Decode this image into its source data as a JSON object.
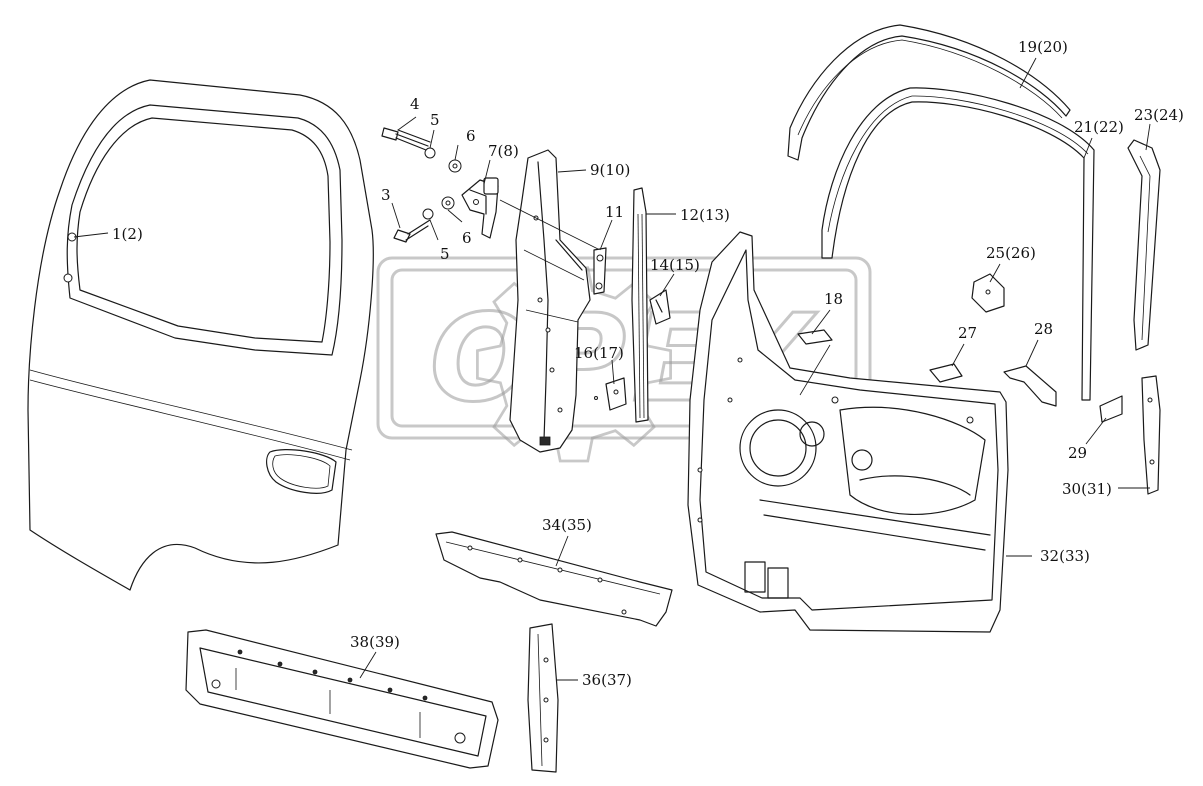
{
  "watermark": {
    "text": "OPEX"
  },
  "labels": [
    {
      "id": "1",
      "text": "1(2)"
    },
    {
      "id": "3",
      "text": "3"
    },
    {
      "id": "4",
      "text": "4"
    },
    {
      "id": "5a",
      "text": "5"
    },
    {
      "id": "5b",
      "text": "5"
    },
    {
      "id": "6a",
      "text": "6"
    },
    {
      "id": "6b",
      "text": "6"
    },
    {
      "id": "7",
      "text": "7(8)"
    },
    {
      "id": "9",
      "text": "9(10)"
    },
    {
      "id": "11",
      "text": "11"
    },
    {
      "id": "12",
      "text": "12(13)"
    },
    {
      "id": "14",
      "text": "14(15)"
    },
    {
      "id": "16",
      "text": "16(17)"
    },
    {
      "id": "18",
      "text": "18"
    },
    {
      "id": "19",
      "text": "19(20)"
    },
    {
      "id": "21",
      "text": "21(22)"
    },
    {
      "id": "23",
      "text": "23(24)"
    },
    {
      "id": "25",
      "text": "25(26)"
    },
    {
      "id": "27",
      "text": "27"
    },
    {
      "id": "28",
      "text": "28"
    },
    {
      "id": "29",
      "text": "29"
    },
    {
      "id": "30",
      "text": "30(31)"
    },
    {
      "id": "32",
      "text": "32(33)"
    },
    {
      "id": "34",
      "text": "34(35)"
    },
    {
      "id": "36",
      "text": "36(37)"
    },
    {
      "id": "38",
      "text": "38(39)"
    }
  ]
}
